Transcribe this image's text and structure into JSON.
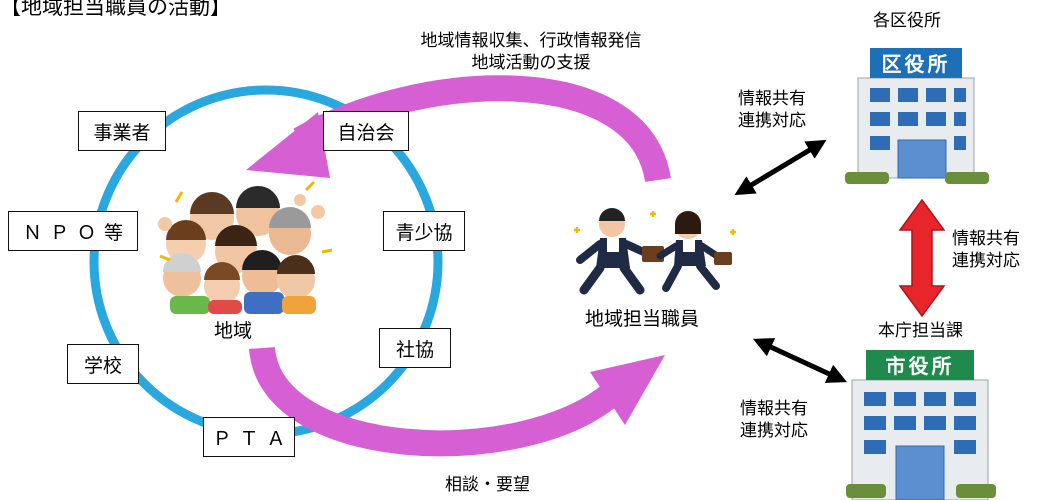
{
  "title": "【地域担当職員の活動】",
  "flows": {
    "top_line1": "地域情報収集、行政情報発信",
    "top_line2": "地域活動の支援",
    "bottom": "相談・要望"
  },
  "community": {
    "label": "地域",
    "groups": [
      "事業者",
      "自治会",
      "ＮＰＯ等",
      "青少協",
      "学校",
      "社協",
      "ＰＴＡ"
    ]
  },
  "staff": {
    "label": "地域担当職員"
  },
  "ward_office": {
    "label": "各区役所",
    "sign": "区役所"
  },
  "city_office": {
    "label": "本庁担当課",
    "sign": "市役所"
  },
  "info_share": {
    "line1": "情報共有",
    "line2": "連携対応"
  },
  "colors": {
    "circle": "#29a8e0",
    "flow_arrow": "#d65fd4",
    "red_arrow": "#e8252a",
    "ward_sign": "#1d6fb8",
    "city_sign": "#1e8a4c",
    "building": "#e9ecef",
    "window": "#2e6db5"
  },
  "icons": [
    "people-group-illustration",
    "running-staff-illustration",
    "ward-office-building-icon",
    "city-office-building-icon"
  ]
}
